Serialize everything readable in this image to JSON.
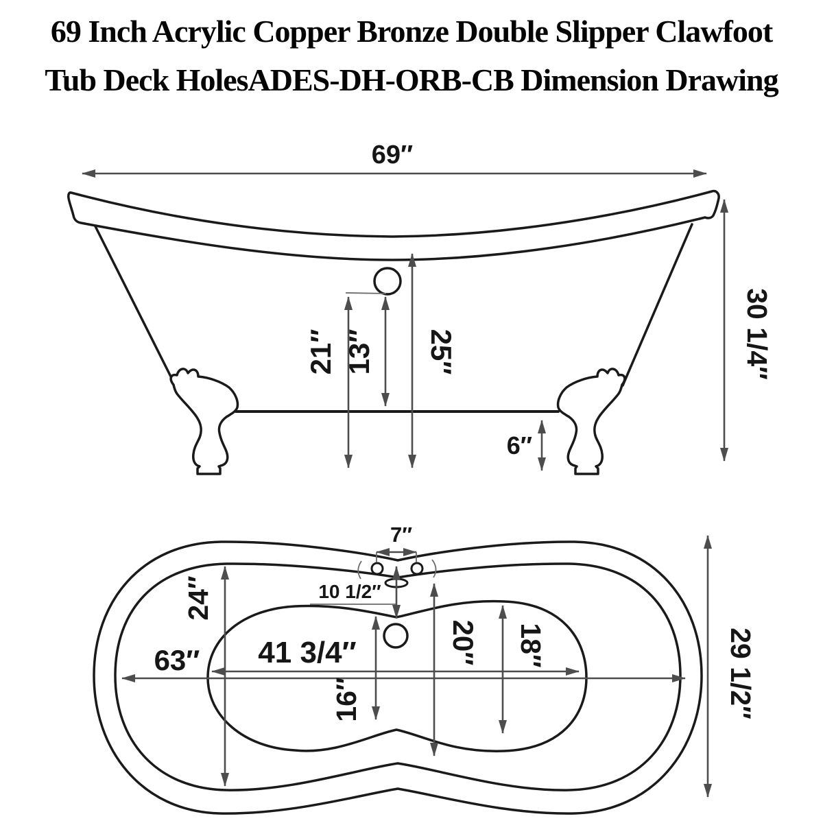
{
  "title": {
    "line1": "69 Inch Acrylic Copper Bronze Double Slipper Clawfoot",
    "line2": "Tub Deck HolesADES-DH-ORB-CB Dimension Drawing"
  },
  "side_view": {
    "overall_length": "69″",
    "overall_height": "30 1/4″",
    "floor_to_overflow": "21″",
    "overflow_to_tub_bottom": "13″",
    "floor_to_rim_low_point": "25″",
    "floor_clearance": "6″"
  },
  "top_view": {
    "faucet_hole_spacing": "7″",
    "faucet_to_drain": "10 1/2″",
    "rim_inner_width": "24″",
    "rim_inner_length": "63″",
    "basin_floor_length": "41 3/4″",
    "rim_inner_width_at_drain": "20″",
    "basin_floor_end_width": "18″",
    "basin_floor_center_width": "16″",
    "overall_width": "29 1/2″"
  },
  "colors": {
    "background": "#ffffff",
    "drawing_line": "#1a1a1a",
    "dimension_line": "#4d4d4d",
    "text": "#050505"
  }
}
